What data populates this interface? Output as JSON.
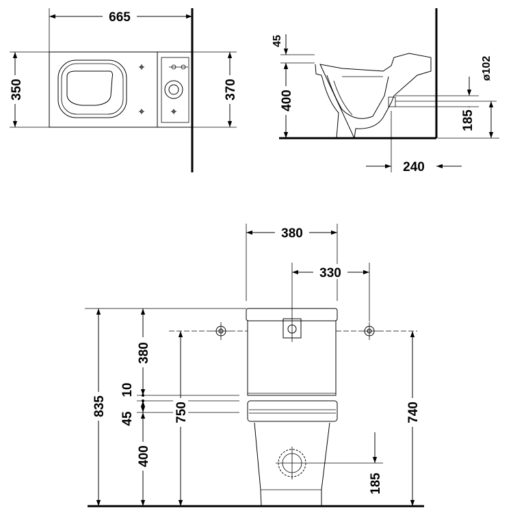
{
  "top_view": {
    "width_label": "665",
    "depth_left_label": "350",
    "depth_right_label": "370"
  },
  "side_view": {
    "seat_gap_label": "45",
    "seat_height_label": "400",
    "outlet_diameter_label": "ø102",
    "outlet_height_label": "185",
    "outlet_distance_label": "240"
  },
  "front_view": {
    "cistern_width_label": "380",
    "fixing_spacing_label": "330",
    "total_height_label": "835",
    "cistern_height_label": "380",
    "gap_label": "10",
    "seat_thickness_label": "45",
    "bowl_height_label": "400",
    "left_supply_height_label": "750",
    "right_supply_height_label": "740",
    "outlet_height_label": "185"
  }
}
